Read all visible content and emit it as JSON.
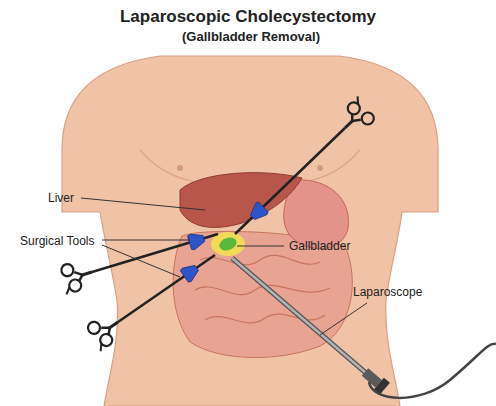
{
  "diagram": {
    "title": "Laparoscopic Cholecystectomy",
    "labels": [
      "(Gallbladder Removal)",
      "Liver",
      "Surgical Tools",
      "Gallbladder",
      "Laparoscope"
    ]
  }
}
